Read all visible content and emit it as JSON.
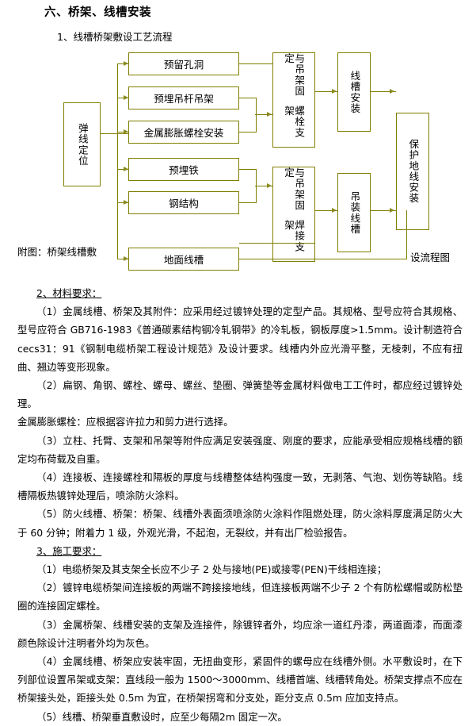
{
  "document": {
    "section_heading": "六、桥架、线槽安装",
    "subsection_1": "1、线槽桥架敷设工艺流程",
    "figure_caption_left": "附图：桥架线槽敷",
    "figure_caption_right": "设流程图",
    "subsection_2": "2、材料要求：",
    "subsection_3": "3、施工要求："
  },
  "flowchart": {
    "start": "弹线定位",
    "branches": [
      "预留孔洞",
      "预埋吊杆吊架",
      "金属膨胀螺栓安装",
      "预埋铁",
      "钢结构",
      "地面线槽"
    ],
    "bolt_bracket": "螺栓支架",
    "bolt_bracket_fix": "与吊架固定",
    "weld_bracket": "焊接支架",
    "weld_bracket_fix": "与吊架固定",
    "trough_install": "线槽安装",
    "hang_trough": "吊装线槽",
    "ground_wire": "保护地线安装",
    "border_color": "#7f7f00",
    "arrow_color": "#8a8a20"
  },
  "materials": {
    "item1": "（1）金属线槽、桥架及其附件：应采用经过镀锌处理的定型产品。其规格、型号应符合其规格、型号应符合 GB716-1983《普通碳素结构钢冷轧钢带》的冷轧板，钢板厚度>1.5mm。设计制造符合 cecs31：91《钢制电缆桥架工程设计规范》及设计要求。线槽内外应光滑平整，无棱刺，不应有扭曲、翘边等变形现象。",
    "item2": "（2）扁钢、角钢、螺栓、螺母、螺丝、垫圈、弹簧垫等金属材料做电工工件时，都应经过镀锌处理。",
    "item2b": "金属膨胀螺栓：应根据容许拉力和剪力进行选择。",
    "item3": "（3）立柱、托臂、支架和吊架等附件应满足安装强度、刚度的要求，应能承受相应规格线槽的额定均布荷载及自重。",
    "item4": "（4）连接板、连接螺栓和隔板的厚度与线槽整体结构强度一致，无剥落、气泡、划伤等缺陷。线槽隔板热镀锌处理后，喷涂防火涂料。",
    "item5": "（5）防火线槽、桥架：桥架、线槽外表面须喷涂防火涂料作阻燃处理，防火涂料厚度满足防火大于 60 分钟；附着力 1 级，外观光滑，不起泡，无裂纹，并有出厂检验报告。"
  },
  "construction": {
    "item1": "（1）电缆桥架及其支架全长应不少子 2 处与接地(PE)或接零(PEN)干线相连接；",
    "item2": "（2）镀锌电缆桥架间连接板的两端不跨接接地线，但连接板两端不少子 2 个有防松螺帽或防松垫圈的连接固定螺栓。",
    "item3": "（3）金属桥架、线槽安装的支架及连接件，除镀锌者外，均应涂一道红丹漆，两道面漆，而面漆颜色除设计注明者外均为灰色。",
    "item4": "（4）金属线槽、桥架应安装牢固，无扭曲变形，紧固件的螺母应在线槽外侧。水平敷设时，在下列部位设置吊架或支架：直线段一般为 1500～3000mm、线槽首端、线槽转角处。桥架支撑点不应在桥架接头处，距接头处 0.5m 为宜，在桥架拐弯和分支处，距分支点 0.5m 应加支持点。",
    "item5": "（5）线槽、桥架垂直敷设时，应至少每隔2m  固定一次。"
  }
}
